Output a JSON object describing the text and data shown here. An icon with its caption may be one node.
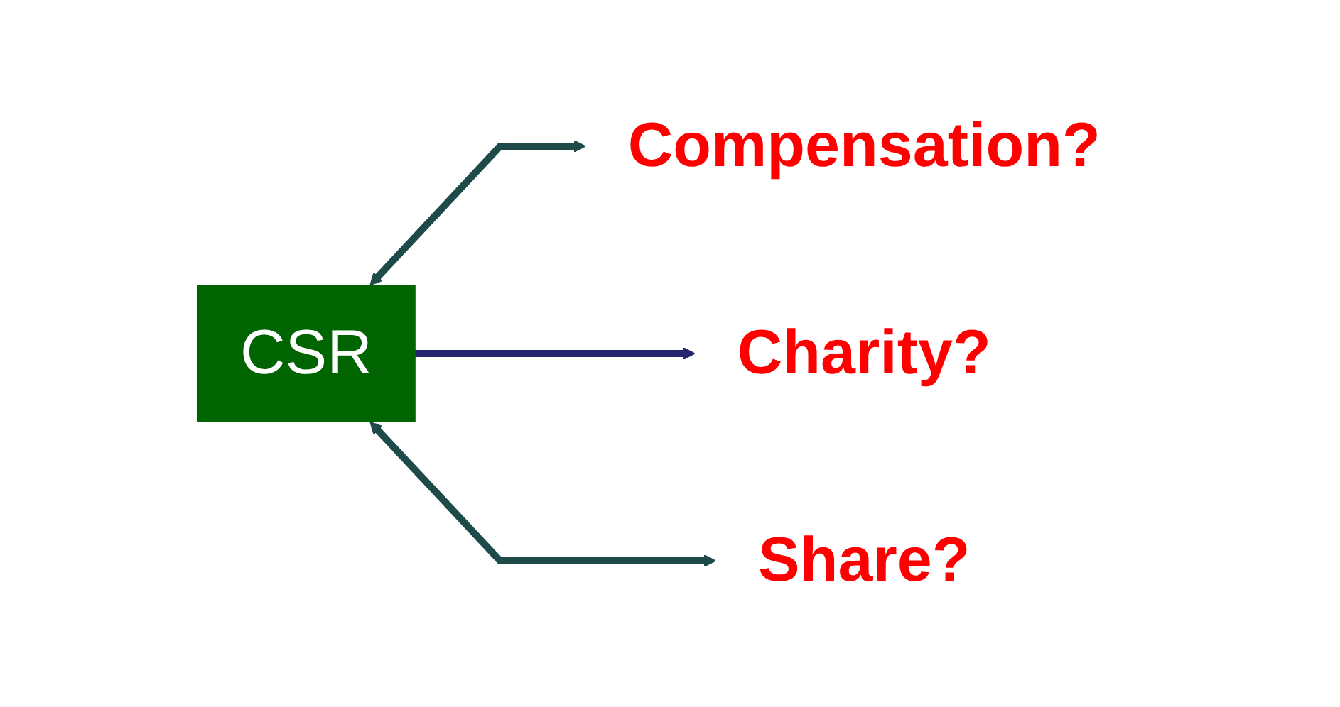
{
  "diagram": {
    "nodes": [
      {
        "text": [
          "CSR"
        ]
      },
      {
        "text": [
          "Compensation?"
        ]
      },
      {
        "text": [
          "Charity?"
        ]
      },
      {
        "text": [
          "Share?"
        ]
      }
    ],
    "edges": [
      {
        "from": 0,
        "to": 1,
        "arrow": "both"
      },
      {
        "from": 0,
        "to": 2,
        "arrow": "to",
        "color": "#262670"
      },
      {
        "from": 0,
        "to": 3,
        "arrow": "both"
      }
    ]
  }
}
